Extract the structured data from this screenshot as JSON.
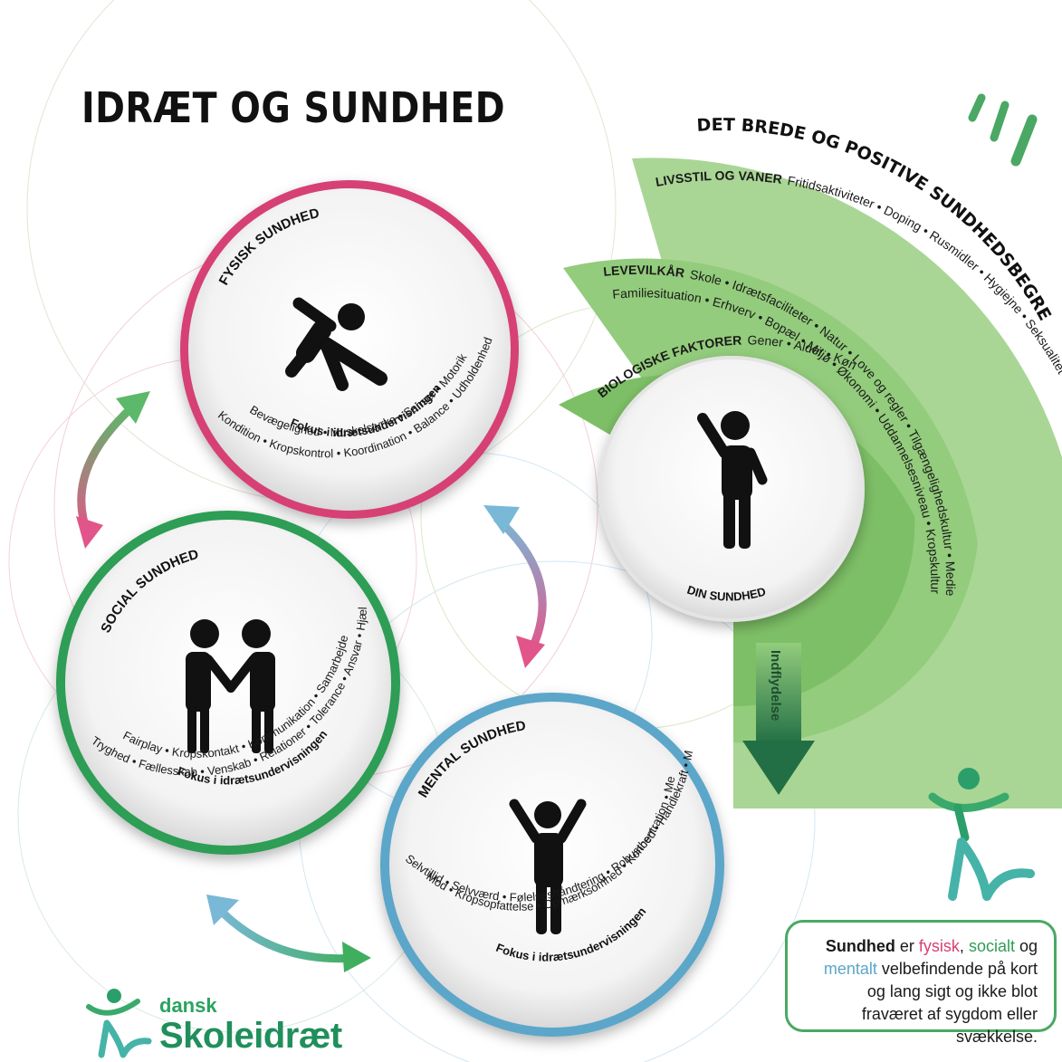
{
  "title": "IDRÆT OG SUNDHED",
  "colors": {
    "fysisk": "#d63f74",
    "social": "#2e9d55",
    "mental": "#5ba6c9",
    "green_outer": "#a9d695",
    "green_mid": "#93cc7c",
    "green_inner": "#7dbf66",
    "brand": "#2aa35e"
  },
  "broad_concept": {
    "title": "DET BREDE OG POSITIVE SUNDHEDSBEGREB",
    "livsstil_label": "LIVSSTIL OG VANER",
    "livsstil_text": "Fritidsaktiviteter • Doping • Rusmidler • Hygiejne • Seksualitet • Bevægelse • Mediebrug • Fællesskaber • Måltider • Søvn",
    "levevilkar_label": "LEVEVILKÅR",
    "levevilkar_line1": "Skole • Idrætsfaciliteter • Natur • Love og regler • Tilgængelighedskultur • Medier",
    "levevilkar_line2": "Familiesituation • Erhverv • Bopæl • Miljø • Økonomi • Uddannelsesniveau • Kropskultur",
    "biologiske_label": "BIOLOGISKE FAKTORER",
    "biologiske_text": "Gener • Alder • Køn",
    "din_sundhed": "DIN SUNDHED",
    "indflydelse": "Indflydelse"
  },
  "circles": {
    "fysisk": {
      "title": "FYSISK SUNDHED",
      "fokus": "Fokus i idrætsundervisningen",
      "line1": "Bevægelighed • Muskelstyrke • Sanser • Motorik",
      "line2": "Kondition • Kropskontrol • Koordination • Balance • Udholdenhed"
    },
    "social": {
      "title": "SOCIAL SUNDHED",
      "fokus": "Fokus i idrætsundervisningen",
      "line1": "Fairplay • Kropskontakt • Kommunikation • Samarbejde • Tillid",
      "line2": "Tryghed • Fællesskab • Venskab • Relationer • Tolerance • Ansvar • Hjælpsomhed"
    },
    "mental": {
      "title": "MENTAL SUNDHED",
      "fokus": "Fokus i idrætsundervisningen",
      "line1": "Mod • Kropsopfattelse • Opmærksomhed • Koncentration • Meningsfuldhed",
      "line2": "Selvtillid • Selvværd • Følelseshåndtering • Robusthed • Handlekraft • Motivation • Viljestyrke"
    }
  },
  "definition": {
    "w1": "Sundhed",
    "w2": " er ",
    "w3": "fysisk",
    "w4": ", ",
    "w5": "socialt",
    "w6": " og ",
    "w7": "mentalt",
    "w8": " velbefindende på kort og lang sigt og ikke blot fraværet af sygdom eller svækkelse."
  },
  "brand": {
    "line1": "dansk",
    "line2": "Skoleidræt"
  }
}
